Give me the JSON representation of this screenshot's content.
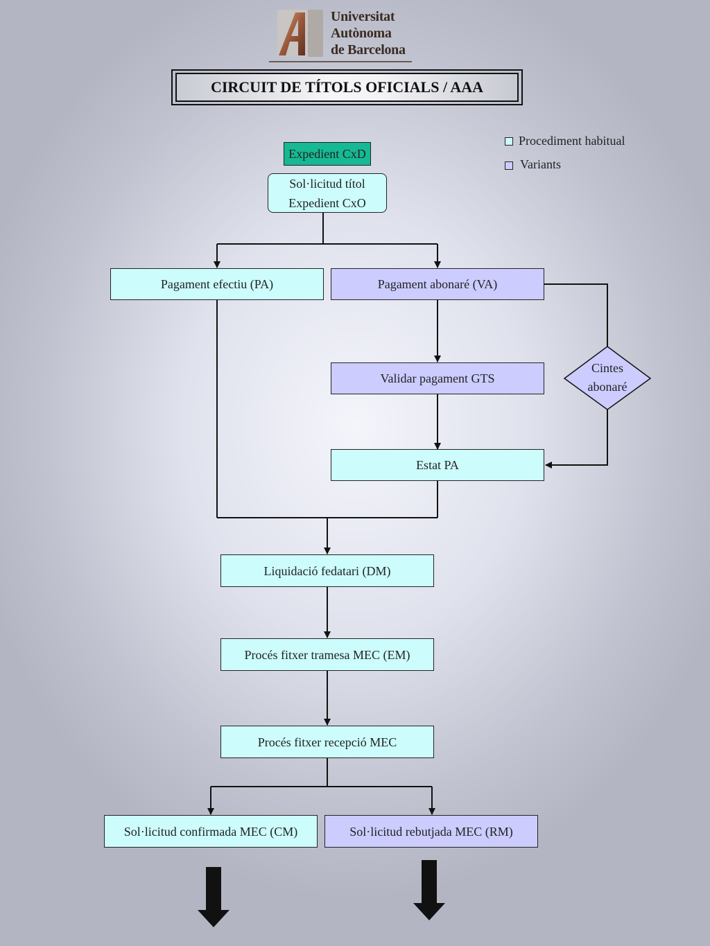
{
  "logo": {
    "icon": "uab-logo-mark",
    "line1": "Universitat",
    "line2": "Autònoma",
    "line3": "de Barcelona"
  },
  "title": "CIRCUIT DE TÍTOLS OFICIALS / AAA",
  "legend": {
    "habitual": "Procediment habitual",
    "variants": "Variants"
  },
  "nodes": {
    "expedient_cxd": "Expedient CxD",
    "sollicitud_line1": "Sol·licitud títol",
    "sollicitud_line2": "Expedient CxO",
    "pagament_efectiu": "Pagament efectiu (PA)",
    "pagament_abonare": "Pagament abonaré (VA)",
    "validar_pagament": "Validar pagament GTS",
    "cintes_line1": "Cintes",
    "cintes_line2": "abonaré",
    "estat_pa": "Estat PA",
    "liquidacio": "Liquidació fedatari (DM)",
    "proces_tramesa": "Procés fitxer tramesa MEC (EM)",
    "proces_recepcio": "Procés fitxer recepció MEC",
    "confirmada": "Sol·licitud confirmada MEC (CM)",
    "rebutjada": "Sol·licitud rebutjada MEC (RM)"
  },
  "colors": {
    "habitual": "#ccfcfc",
    "variants": "#ccccff",
    "start": "#16b993"
  }
}
